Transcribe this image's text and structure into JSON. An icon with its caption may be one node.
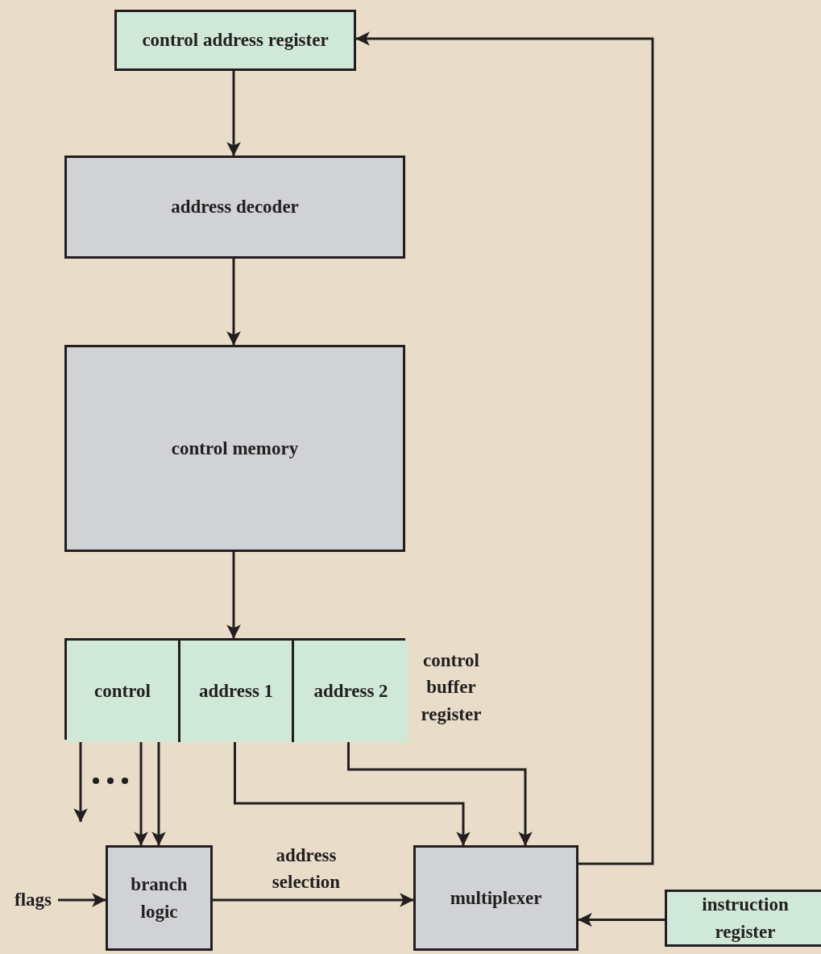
{
  "diagram": {
    "nodes": [
      {
        "text": [
          "control address register"
        ]
      },
      {
        "text": [
          "address decoder"
        ]
      },
      {
        "text": [
          "control memory"
        ]
      },
      {
        "text": [
          "control buffer register"
        ]
      },
      {
        "text": [
          "control"
        ],
        "in": 3
      },
      {
        "text": [
          "address 1"
        ],
        "in": 3
      },
      {
        "text": [
          "address 2"
        ],
        "in": 3
      },
      {
        "text": [
          "branch logic"
        ]
      },
      {
        "text": [
          "multiplexer"
        ]
      },
      {
        "text": [
          "instruction register"
        ]
      },
      {
        "text": [
          "flags"
        ]
      }
    ],
    "edges": [
      {
        "from": 0,
        "to": 1,
        "arrow": "to"
      },
      {
        "from": 1,
        "to": 2,
        "arrow": "to"
      },
      {
        "from": 2,
        "to": 3,
        "arrow": "to"
      },
      {
        "from": 4,
        "to": null,
        "arrow": "to"
      },
      {
        "from": 4,
        "to": 7,
        "arrow": "to"
      },
      {
        "from": 4,
        "to": 7,
        "arrow": "to"
      },
      {
        "from": 5,
        "to": 8,
        "arrow": "to"
      },
      {
        "from": 6,
        "to": 8,
        "arrow": "to"
      },
      {
        "from": 10,
        "to": 7,
        "arrow": "to"
      },
      {
        "from": 7,
        "to": 8,
        "arrow": "to",
        "label": "address selection"
      },
      {
        "from": 9,
        "to": 8,
        "arrow": "to"
      },
      {
        "from": 8,
        "to": 0,
        "arrow": "to"
      }
    ]
  }
}
